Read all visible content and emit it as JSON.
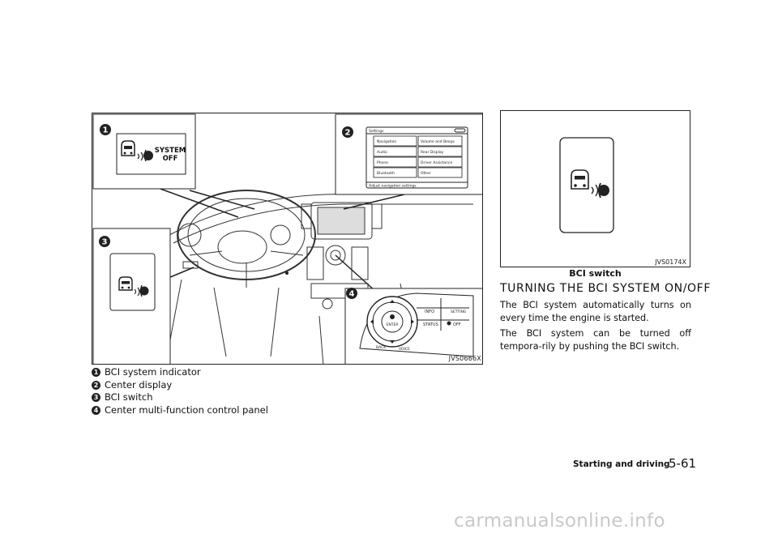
{
  "figure_main": {
    "code": "JVS0666X",
    "callouts": [
      "1",
      "2",
      "3",
      "4"
    ],
    "indicator_text_line1": "SYSTEM",
    "indicator_text_line2": "OFF",
    "display": {
      "title": "Settings",
      "items_left": [
        "Navigation",
        "Audio",
        "Phone",
        "Bluetooth"
      ],
      "items_right": [
        "Volume and Beeps",
        "Rear Display",
        "Driver Assistance",
        "Other"
      ],
      "footer": "Adjust navigation settings"
    },
    "panel": {
      "enter_label": "ENTER",
      "info_label": "INFO",
      "setting_label": "SETTING",
      "status_label": "STATUS",
      "off_label": "OFF",
      "back_label": "BACK",
      "voice_label": "VOICE"
    }
  },
  "legend": [
    {
      "num": "1",
      "label": "BCI system indicator"
    },
    {
      "num": "2",
      "label": "Center display"
    },
    {
      "num": "3",
      "label": "BCI switch"
    },
    {
      "num": "4",
      "label": "Center multi-function control panel"
    }
  ],
  "figure_side": {
    "code": "JVS0174X",
    "caption": "BCI switch"
  },
  "section": {
    "heading": "TURNING THE BCI SYSTEM ON/OFF",
    "paragraph1": "The BCI system automatically turns on every time the engine is started.",
    "paragraph2": "The BCI system can be turned off tempora-rily by pushing the BCI switch."
  },
  "footer": {
    "title": "Starting and driving",
    "page": "5-61"
  },
  "watermark": "carmanualsonline.info"
}
